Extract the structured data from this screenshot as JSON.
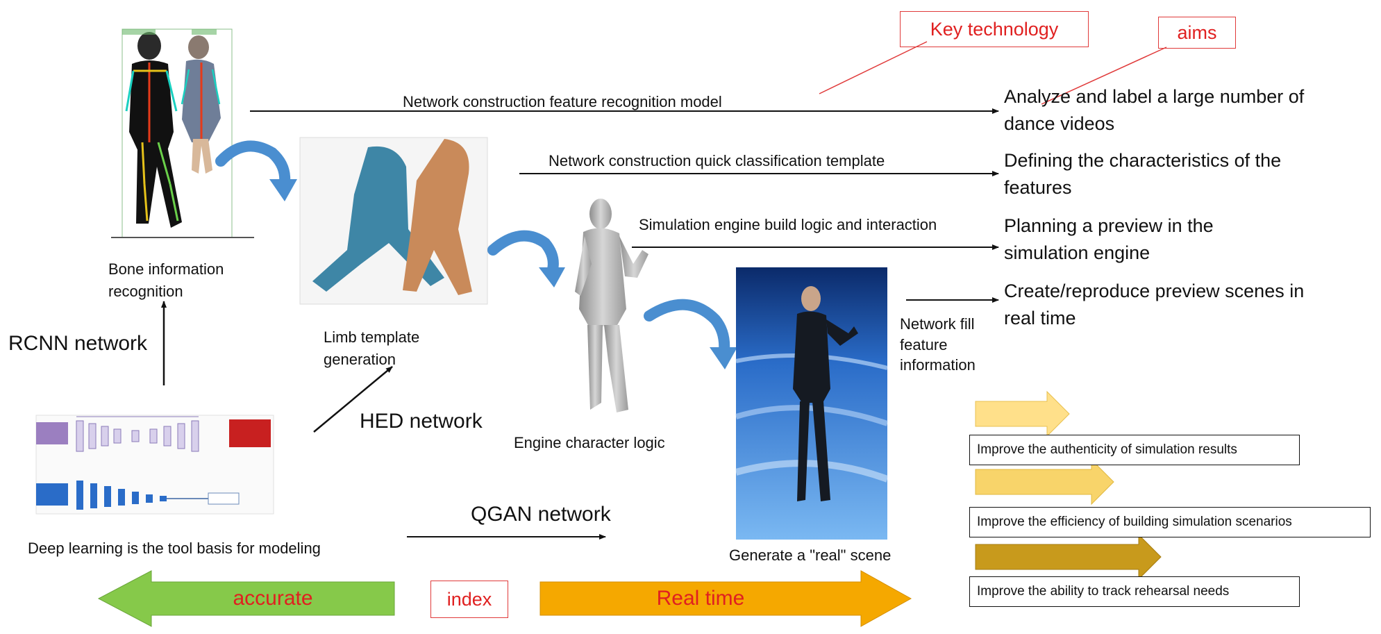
{
  "labels": {
    "key_technology": "Key technology",
    "aims": "aims",
    "index": "index"
  },
  "edges": {
    "e1": "Network construction feature recognition model",
    "e2": "Network construction quick classification template",
    "e3": "Simulation engine build logic and interaction",
    "e4": "Network fill feature information"
  },
  "aims_list": {
    "a1": "Analyze and label a large number of dance videos",
    "a2": "Defining the characteristics of the features",
    "a3": "Planning a preview in the simulation engine",
    "a4": "Create/reproduce preview scenes in real time"
  },
  "stages": {
    "bone": "Bone information recognition",
    "limb": "Limb template generation",
    "engine": "Engine character logic",
    "scene": "Generate a \"real\" scene",
    "deep": "Deep learning is the tool basis for modeling"
  },
  "networks": {
    "rcnn": "RCNN network",
    "hed": "HED network",
    "qgan": "QGAN network"
  },
  "bottom": {
    "accurate": "accurate",
    "real_time": "Real time"
  },
  "benefits": [
    "Improve the authenticity of simulation results",
    "Improve the efficiency of building simulation scenarios",
    "Improve the ability to track rehearsal needs"
  ],
  "colors": {
    "red_text": "#e02020",
    "green_arrow": "#86c94a",
    "orange_arrow": "#f5a800",
    "blue_curve": "#4a8ed0",
    "benefit_arrow_1": "#ffe08a",
    "benefit_arrow_2": "#f8d46a",
    "benefit_arrow_3": "#c89a1c"
  }
}
